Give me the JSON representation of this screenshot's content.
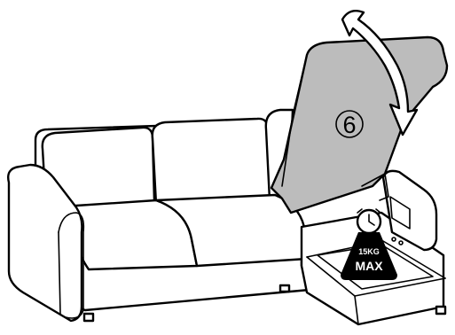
{
  "step": {
    "number": "6"
  },
  "weight_badge": {
    "weight": "15KG",
    "max": "MAX"
  },
  "colors": {
    "lid_fill": "#bcbcbc",
    "outline": "#000000",
    "background": "#ffffff",
    "badge": "#000000"
  },
  "icons": [
    "rotate-arrow-icon",
    "clock-icon",
    "weight-icon"
  ]
}
